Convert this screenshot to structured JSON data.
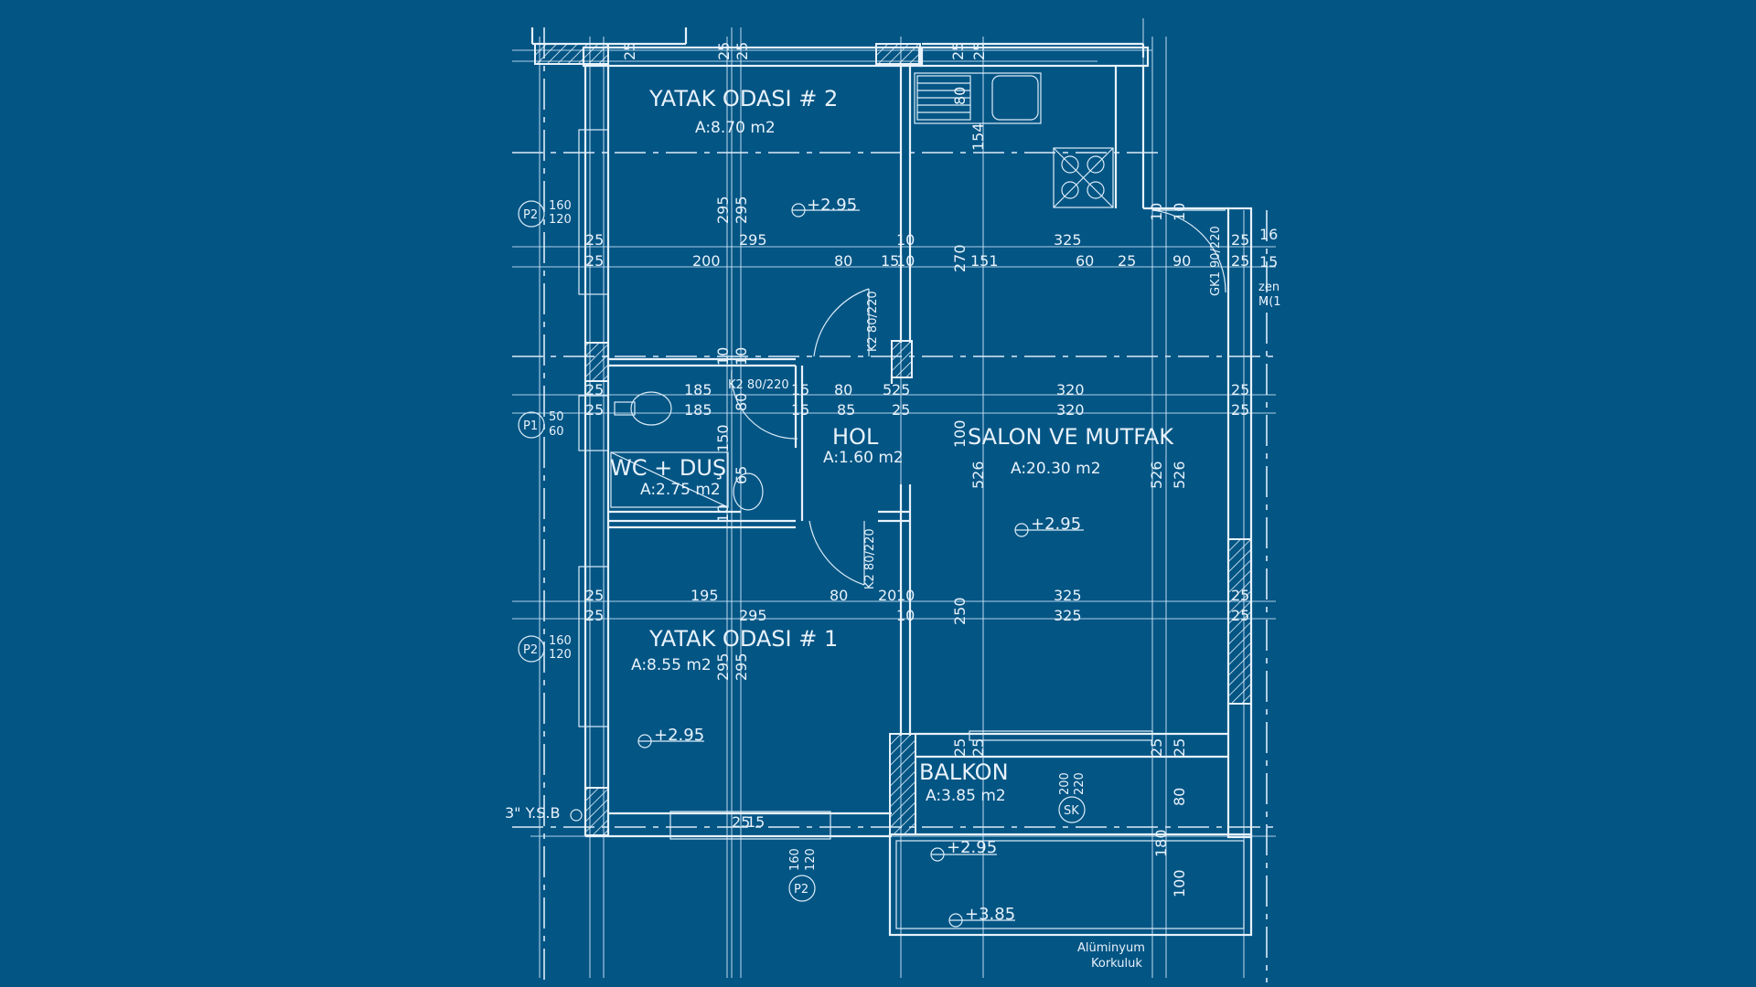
{
  "colors": {
    "background": "#035584",
    "lines": "#e8f2fb"
  },
  "rooms": {
    "bedroom2": {
      "name": "YATAK ODASI # 2",
      "area": "A:8.70 m2"
    },
    "bedroom1": {
      "name": "YATAK ODASI # 1",
      "area": "A:8.55 m2"
    },
    "wc": {
      "name": "WC + DUŞ",
      "area": "A:2.75 m2"
    },
    "hall": {
      "name": "HOL",
      "area": "A:1.60 m2"
    },
    "salon": {
      "name": "SALON VE MUTFAK",
      "area": "A:20.30 m2"
    },
    "balcony": {
      "name": "BALKON",
      "area": "A:3.85 m2"
    }
  },
  "levels": [
    "+2.95",
    "+2.95",
    "+2.95",
    "+2.95",
    "+3.85"
  ],
  "windows": {
    "p2_top": {
      "tag": "P2",
      "w": "160",
      "h": "120"
    },
    "p1": {
      "tag": "P1",
      "w": "50",
      "h": "60"
    },
    "p2_mid": {
      "tag": "P2",
      "w": "160",
      "h": "120"
    },
    "p2_bottom": {
      "tag": "P2",
      "w": "160",
      "h": "120"
    }
  },
  "doors": {
    "k2_upper": "K2 80/220",
    "k2_wc": "K2 80/220",
    "k2_lower": "K2 80/220",
    "gk1": "GK1 90/220",
    "sk_tag": "SK",
    "sk_w": "200",
    "sk_h": "220"
  },
  "labels": {
    "railing_1": "Alüminyum",
    "railing_2": "Korkuluk",
    "ysb": "3\" Y.S.B",
    "edge_1": "zen",
    "edge_2": "M(1",
    "edge_top1": "16",
    "edge_top2": "15"
  },
  "dims": {
    "top": [
      "25",
      "25",
      "25",
      "25",
      "25"
    ],
    "row1": [
      "25",
      "295",
      "10",
      "325",
      "25"
    ],
    "row2": [
      "25",
      "200",
      "80",
      "15",
      "10",
      "151",
      "60",
      "25",
      "90",
      "25"
    ],
    "row3": [
      "25",
      "185",
      "15",
      "80",
      "5",
      "25",
      "320",
      "25"
    ],
    "row4": [
      "25",
      "185",
      "15",
      "85",
      "25",
      "320",
      "25"
    ],
    "row5": [
      "25",
      "195",
      "80",
      "20",
      "10",
      "325",
      "25"
    ],
    "row6": [
      "25",
      "295",
      "10",
      "325",
      "25"
    ],
    "v_bed2": [
      "295",
      "295"
    ],
    "v_bed1": [
      "295",
      "295"
    ],
    "v_wc": [
      "10",
      "150",
      "65",
      "10",
      "80",
      "10"
    ],
    "v_salon": [
      "100",
      "526",
      "526",
      "526"
    ],
    "v_kitchen": [
      "80",
      "154",
      "270",
      "250"
    ],
    "v_balcony": [
      "25",
      "25",
      "25",
      "25",
      "80",
      "180",
      "100"
    ],
    "v_right": [
      "10",
      "10"
    ],
    "h_bottom": [
      "25",
      "15"
    ]
  }
}
